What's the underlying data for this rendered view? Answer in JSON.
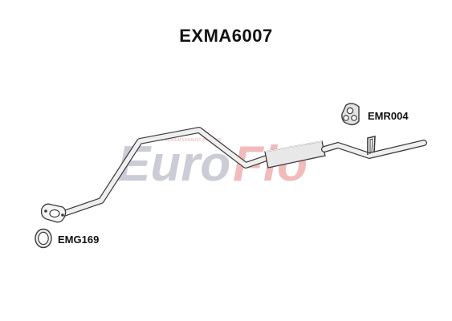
{
  "title": "EXMA6007",
  "watermark": {
    "brand": "EuroFlo",
    "brand_part1": "Euro",
    "brand_part2": "Flo",
    "tagline": "PREMIUM EXHAUST SYSTEMS",
    "colors": {
      "grey": "#c9cbd4",
      "red": "#f2b8b8"
    }
  },
  "parts": {
    "rubber_mount": {
      "code": "EMR004",
      "icon": "rubber-mount-icon"
    },
    "gasket": {
      "code": "EMG169",
      "icon": "gasket-ring-icon"
    },
    "pipe": {
      "icon": "exhaust-pipe-icon"
    }
  },
  "colors": {
    "outline": "#3a3a3a",
    "metal": "#efefef",
    "text": "#111111"
  }
}
